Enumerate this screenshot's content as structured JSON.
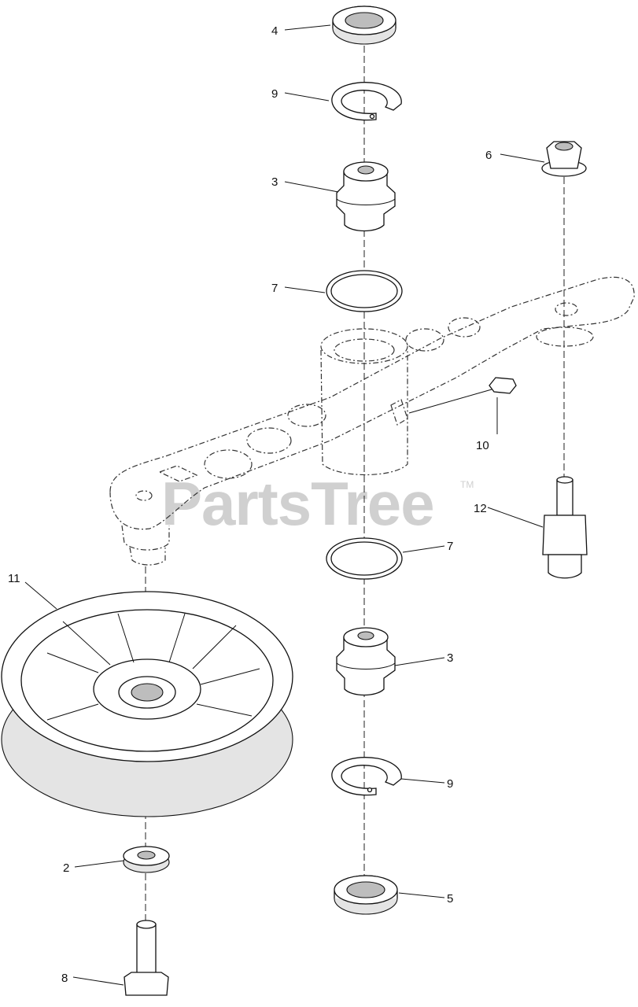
{
  "diagram": {
    "watermark": "PartsTree",
    "watermark_tm": "TM",
    "callouts": [
      {
        "id": "c4",
        "text": "4"
      },
      {
        "id": "c9a",
        "text": "9"
      },
      {
        "id": "c3a",
        "text": "3"
      },
      {
        "id": "c6",
        "text": "6"
      },
      {
        "id": "c7a",
        "text": "7"
      },
      {
        "id": "c10",
        "text": "10"
      },
      {
        "id": "c12",
        "text": "12"
      },
      {
        "id": "c11",
        "text": "11"
      },
      {
        "id": "c7b",
        "text": "7"
      },
      {
        "id": "c3b",
        "text": "3"
      },
      {
        "id": "c9b",
        "text": "9"
      },
      {
        "id": "c2",
        "text": "2"
      },
      {
        "id": "c5",
        "text": "5"
      },
      {
        "id": "c8",
        "text": "8"
      }
    ]
  },
  "colors": {
    "line": "#111111",
    "watermark": "#d0d0d0",
    "shade": "#e4e4e4"
  }
}
